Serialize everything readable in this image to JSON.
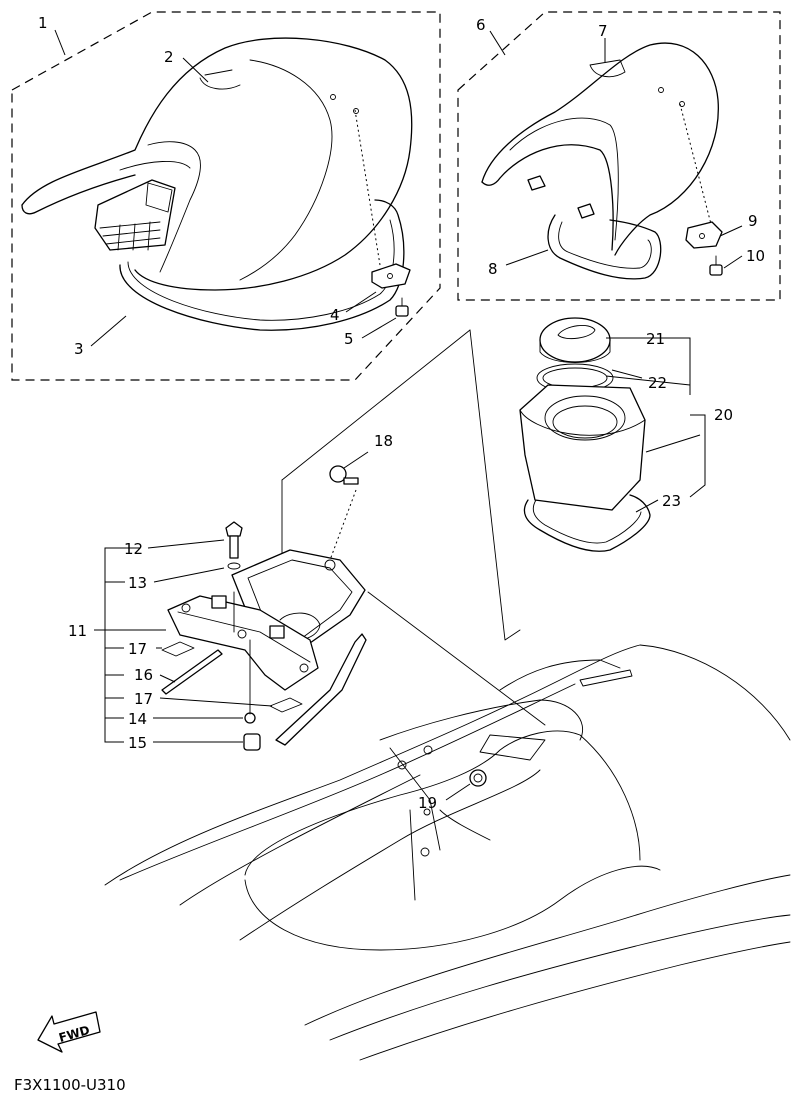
{
  "callouts": {
    "c1": "1",
    "c2": "2",
    "c3": "3",
    "c4": "4",
    "c5": "5",
    "c6": "6",
    "c7": "7",
    "c8": "8",
    "c9": "9",
    "c10": "10",
    "c11": "11",
    "c12": "12",
    "c13": "13",
    "c14": "14",
    "c15": "15",
    "c16": "16",
    "c17a": "17",
    "c17b": "17",
    "c18": "18",
    "c19": "19",
    "c20": "20",
    "c21": "21",
    "c22": "22",
    "c23": "23"
  },
  "direction_label": "FWD",
  "figure_code": "F3X1100-U310"
}
